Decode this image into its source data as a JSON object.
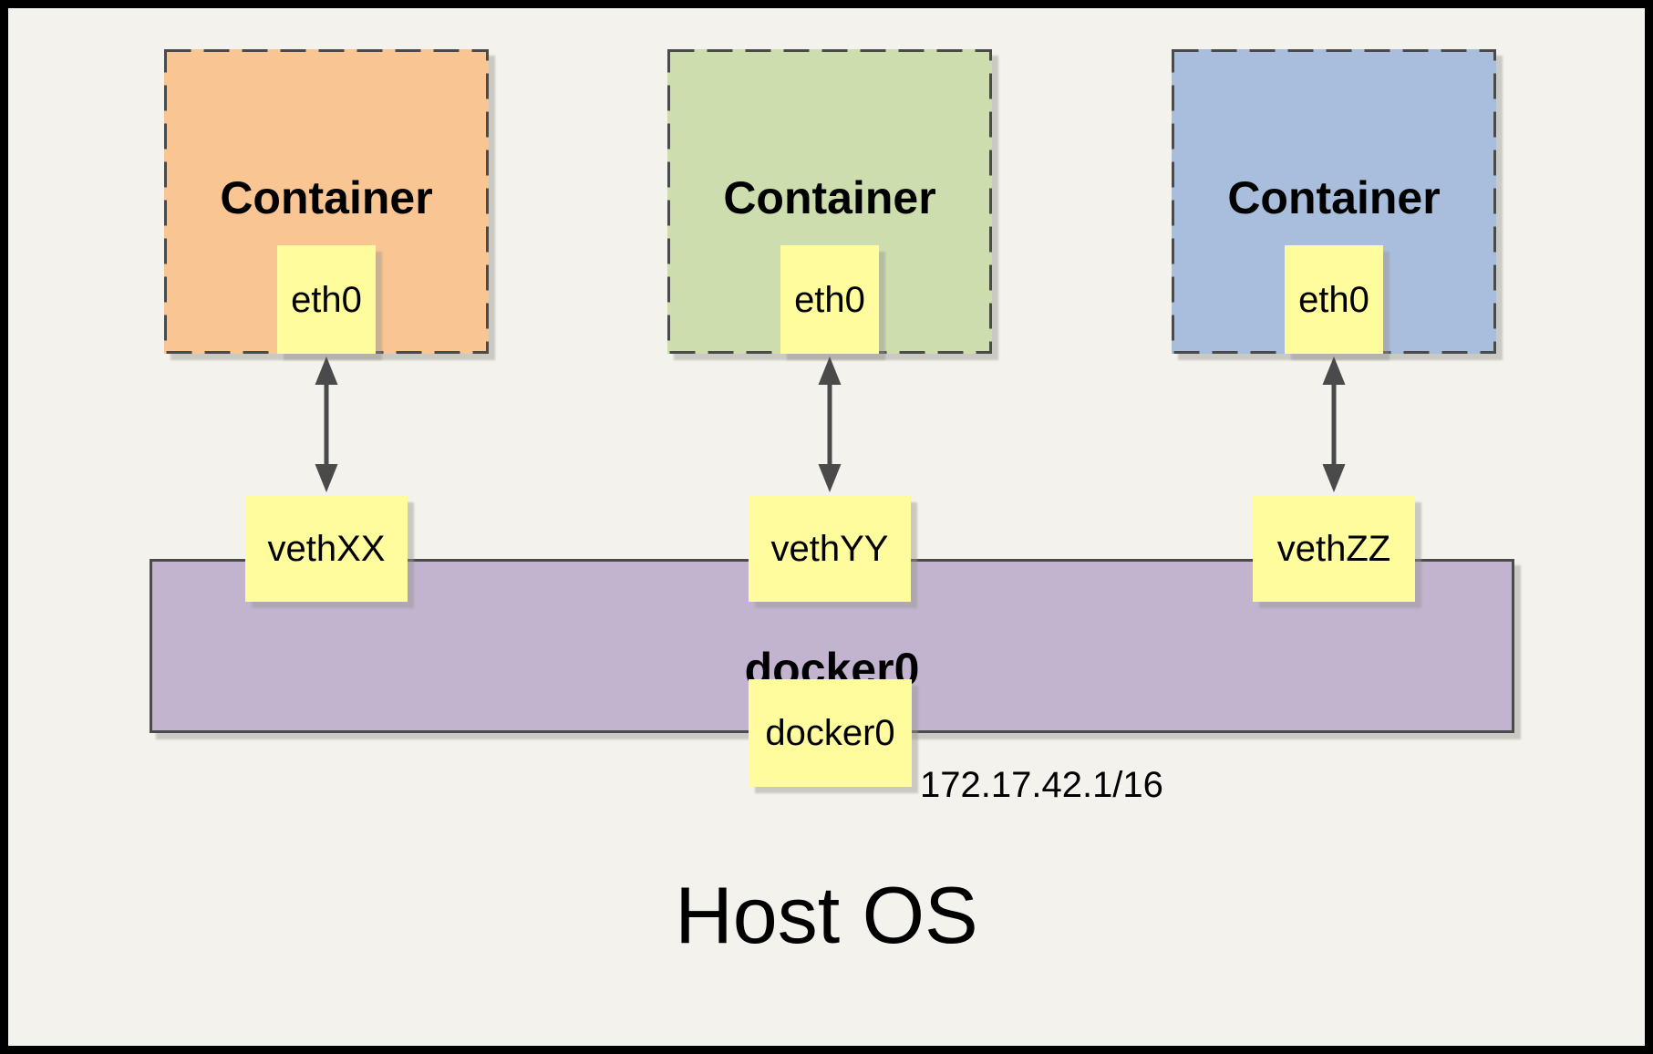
{
  "diagram": {
    "background": "#F4F2ED",
    "frame_color": "#000000",
    "containers": [
      {
        "label": "Container",
        "eth_label": "eth0",
        "veth_label": "vethXX",
        "fill": "#F9C593"
      },
      {
        "label": "Container",
        "eth_label": "eth0",
        "veth_label": "vethYY",
        "fill": "#CEDDAD"
      },
      {
        "label": "Container",
        "eth_label": "eth0",
        "veth_label": "vethZZ",
        "fill": "#A9BEDC"
      }
    ],
    "bridge": {
      "label": "docker0",
      "fill": "#C2B4CF",
      "interface_label": "docker0",
      "ip": "172.17.42.1/16"
    },
    "host": {
      "label": "Host OS"
    },
    "colors": {
      "note_yellow": "#FEFC9D",
      "dash_border": "#4A4A4A",
      "arrow": "#4A4A4A"
    }
  }
}
